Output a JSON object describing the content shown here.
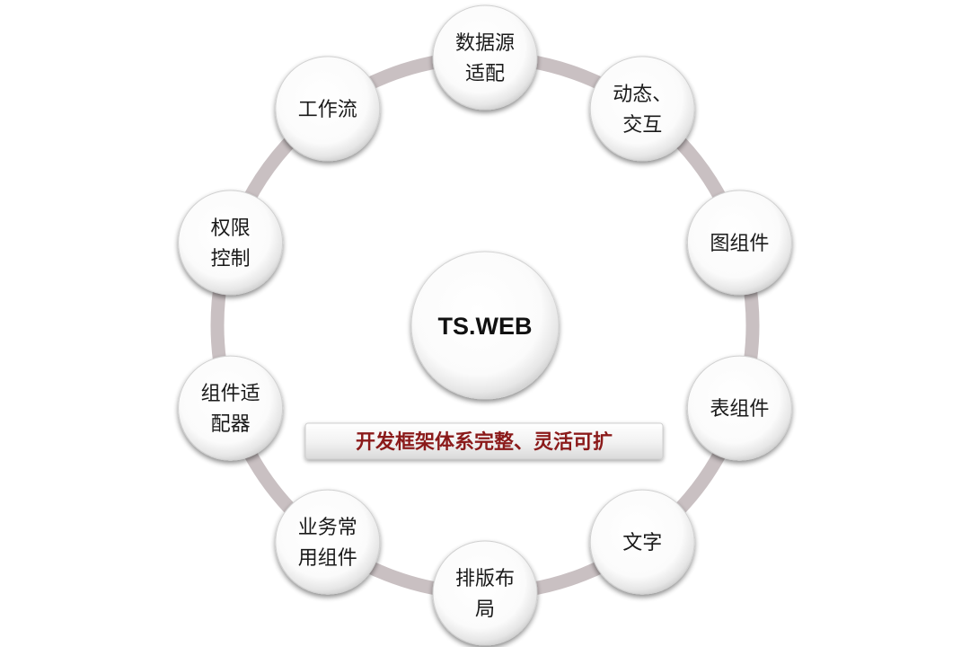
{
  "center": {
    "label": "TS.WEB"
  },
  "banner": {
    "text": "开发框架体系完整、灵活可扩"
  },
  "nodes": [
    {
      "lines": [
        "数据源",
        "适配"
      ]
    },
    {
      "lines": [
        "动态、",
        "交互"
      ]
    },
    {
      "lines": [
        "图组件"
      ]
    },
    {
      "lines": [
        "表组件"
      ]
    },
    {
      "lines": [
        "文字"
      ]
    },
    {
      "lines": [
        "排版布",
        "局"
      ]
    },
    {
      "lines": [
        "业务常",
        "用组件"
      ]
    },
    {
      "lines": [
        "组件适",
        "配器"
      ]
    },
    {
      "lines": [
        "权限",
        "控制"
      ]
    },
    {
      "lines": [
        "工作流"
      ]
    }
  ],
  "colors": {
    "ring": "#c9c0c2",
    "banner_text": "#8b1a1a",
    "node_fill": "#ffffff"
  }
}
